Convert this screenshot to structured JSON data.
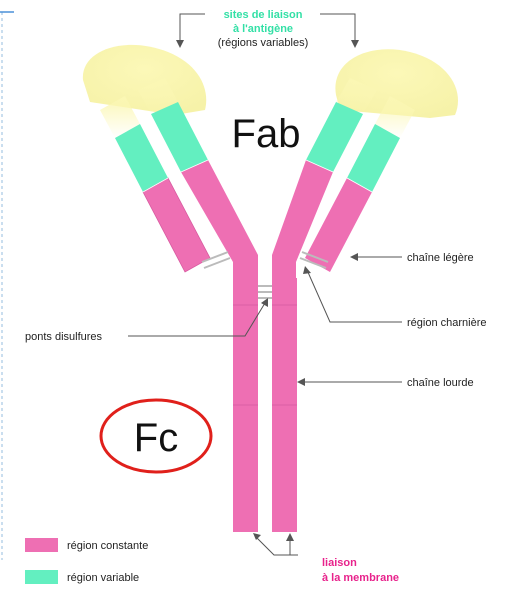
{
  "labels": {
    "antigen_sites_line1": "sites de liaison",
    "antigen_sites_line2": "à l'antigène",
    "antigen_sites_line3": "(régions variables)",
    "fab": "Fab",
    "fc": "Fc",
    "light_chain": "chaîne légère",
    "hinge_region": "région charnière",
    "disulfide_bridges": "ponts disulfures",
    "heavy_chain": "chaîne lourde",
    "membrane_line1": "liaison",
    "membrane_line2": "à la membrane"
  },
  "legend": [
    {
      "label": "région constante",
      "color": "#ee6fb3"
    },
    {
      "label": "région variable",
      "color": "#63efc0"
    }
  ],
  "colors": {
    "constant": "#ee6fb3",
    "variable": "#63efc0",
    "antigen_site": "#fbf7b4",
    "fc_circle": "#e0201b",
    "magenta_label": "#e8238c",
    "green_label": "#33e0a6"
  }
}
